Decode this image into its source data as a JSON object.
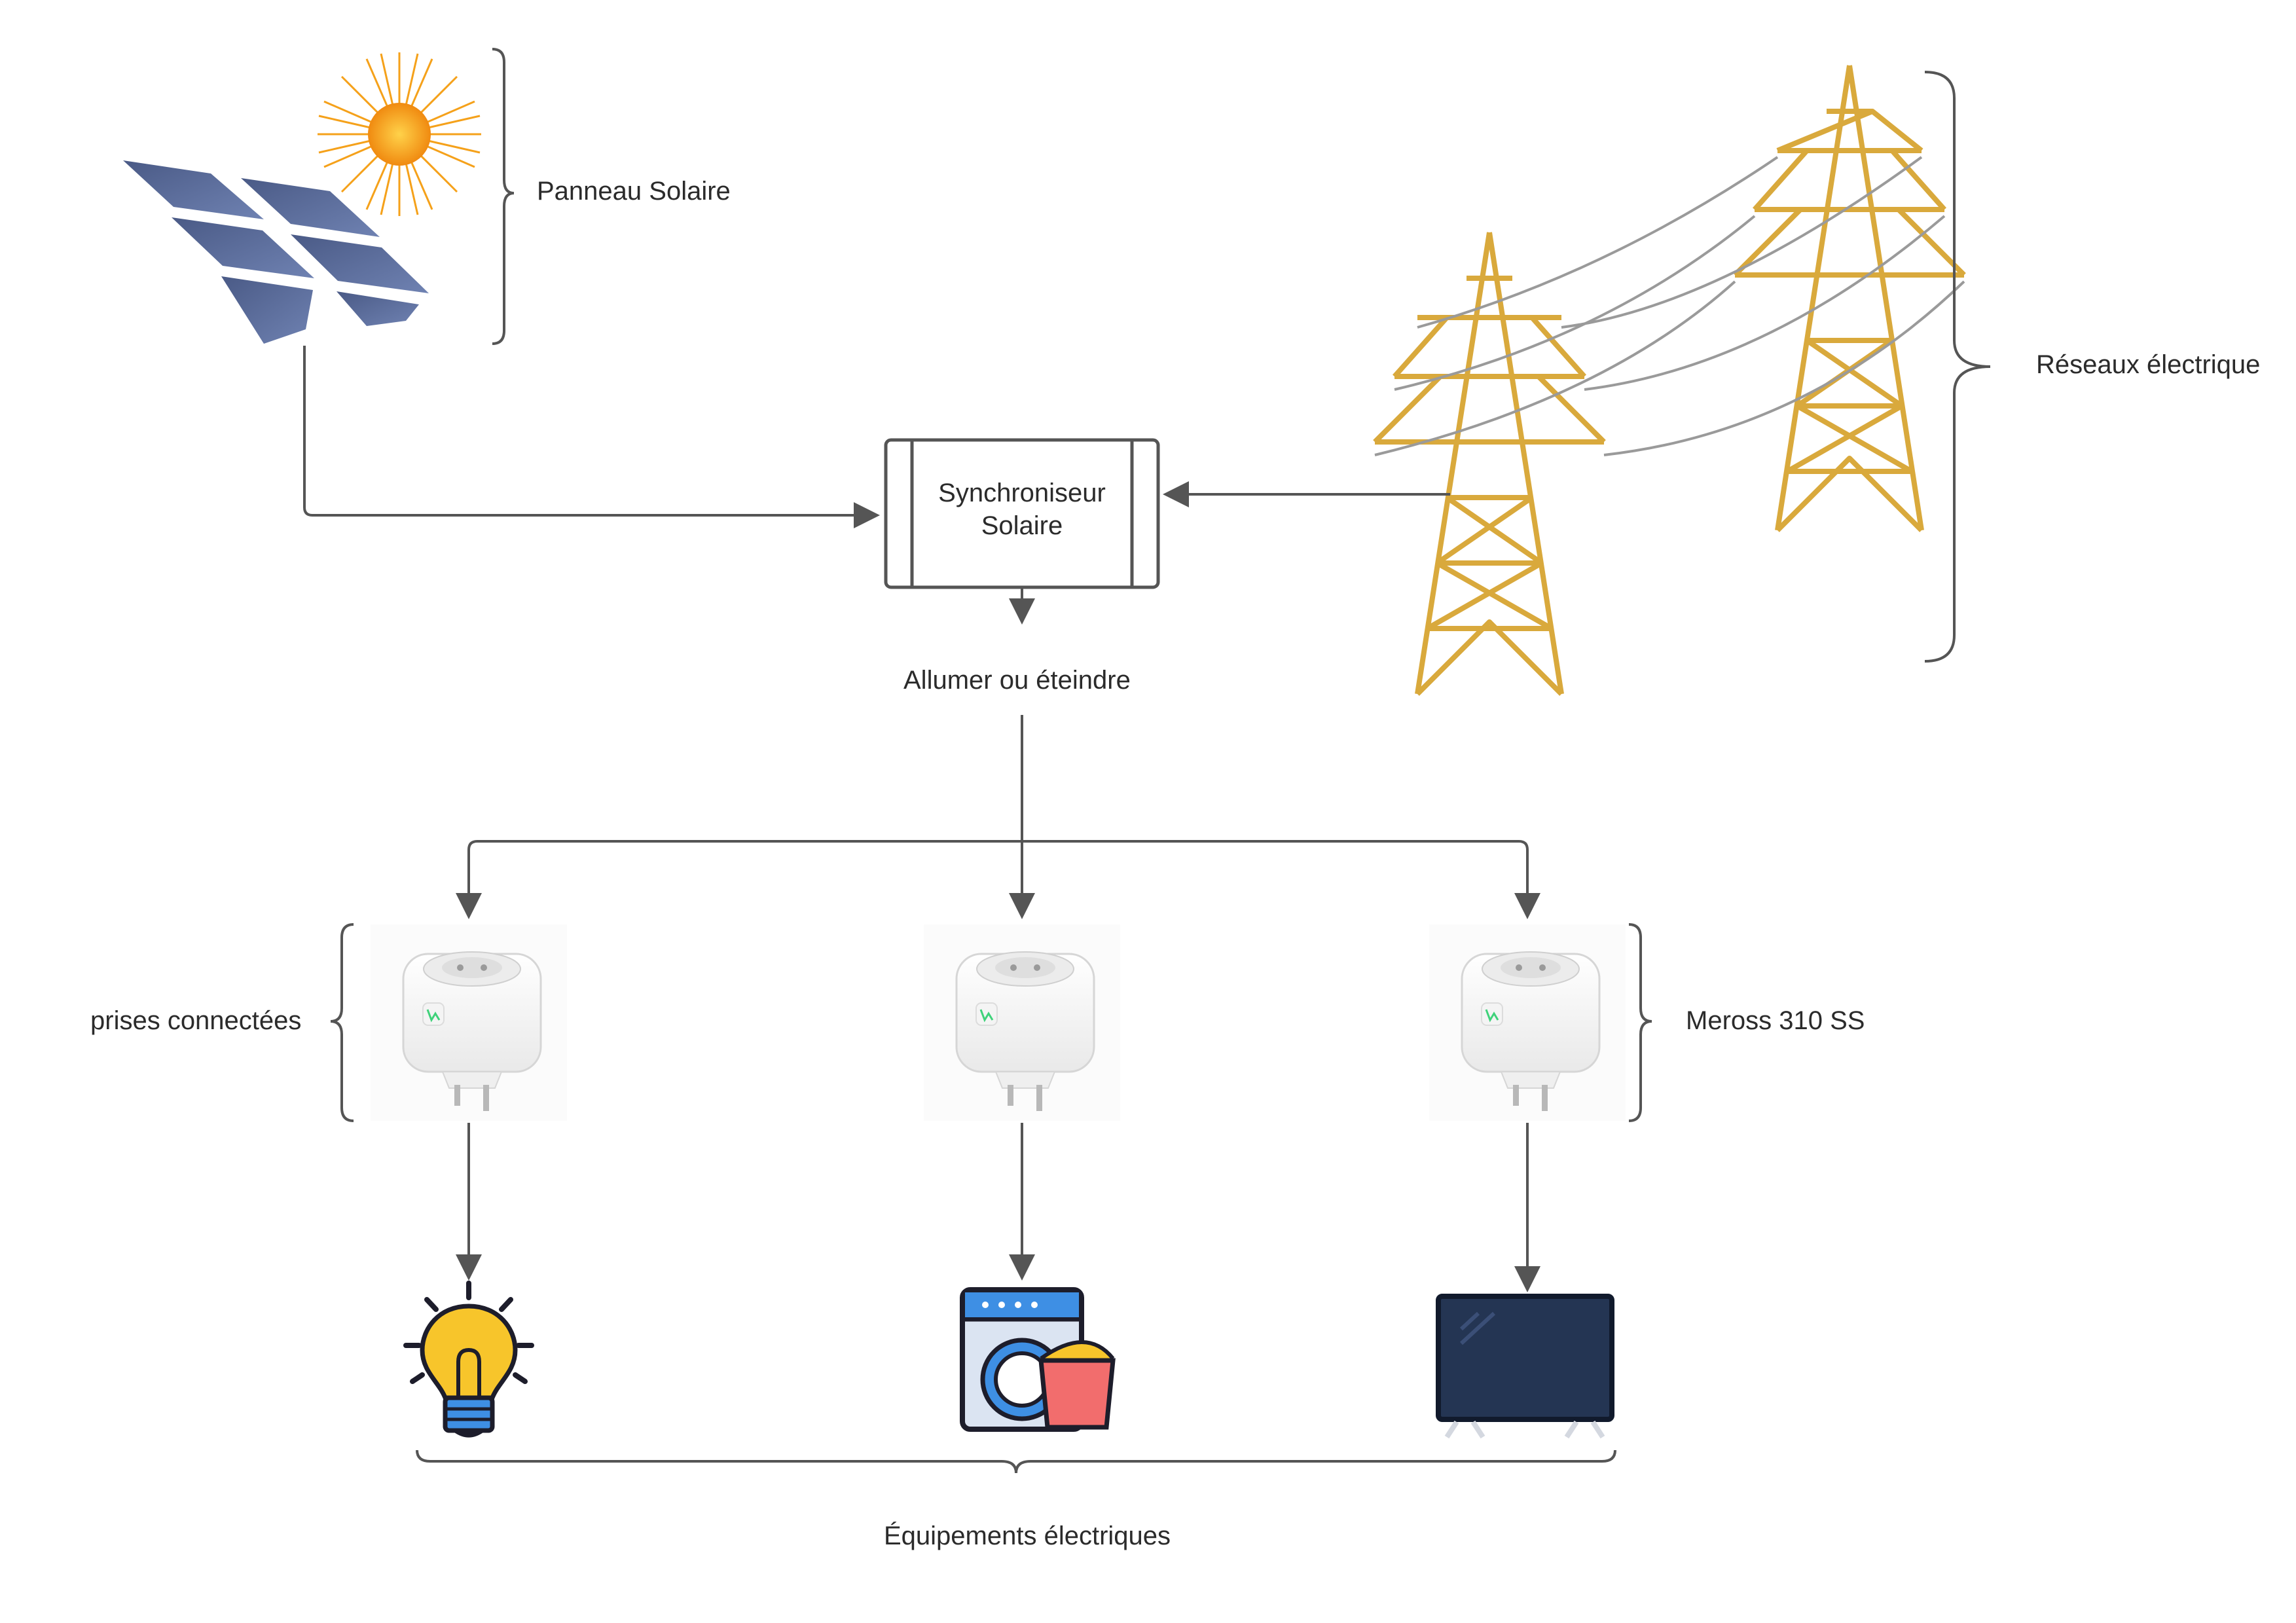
{
  "labels": {
    "solar_panel": "Panneau Solaire",
    "grid": "Réseaux électrique",
    "synchronizer_line1": "Synchroniseur",
    "synchronizer_line2": "Solaire",
    "switch_action": "Allumer ou éteindre",
    "smart_plugs": "prises connectées",
    "plug_model": "Meross 310 SS",
    "equipment": "Équipements électriques"
  },
  "icons": {
    "sun": "sun-icon",
    "solar_panel": "solar-panel-icon",
    "pylons": "power-pylon-icon",
    "smart_plug": "smart-plug-icon",
    "lamp": "light-bulb-icon",
    "washer": "washing-machine-icon",
    "tv": "television-icon"
  },
  "colors": {
    "line": "#555555",
    "panel": "#5a6c9a",
    "sun": "#f5a11a",
    "pylon": "#d9a93c",
    "bulb": "#f7c52b",
    "tv_screen": "#243553",
    "washer_basket": "#f26d6d"
  }
}
